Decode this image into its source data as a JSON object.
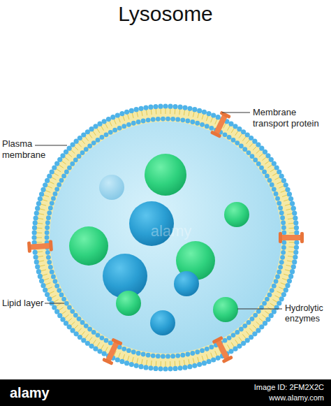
{
  "diagram": {
    "title": "Lysosome",
    "labels": [
      "Plasma membrane",
      "Membrane transport protein",
      "Lipid layer",
      "Hydrolytic enzymes",
      "alamy",
      "alamy",
      "Image ID: 2FM2X2C",
      "www.alamy.com"
    ]
  }
}
